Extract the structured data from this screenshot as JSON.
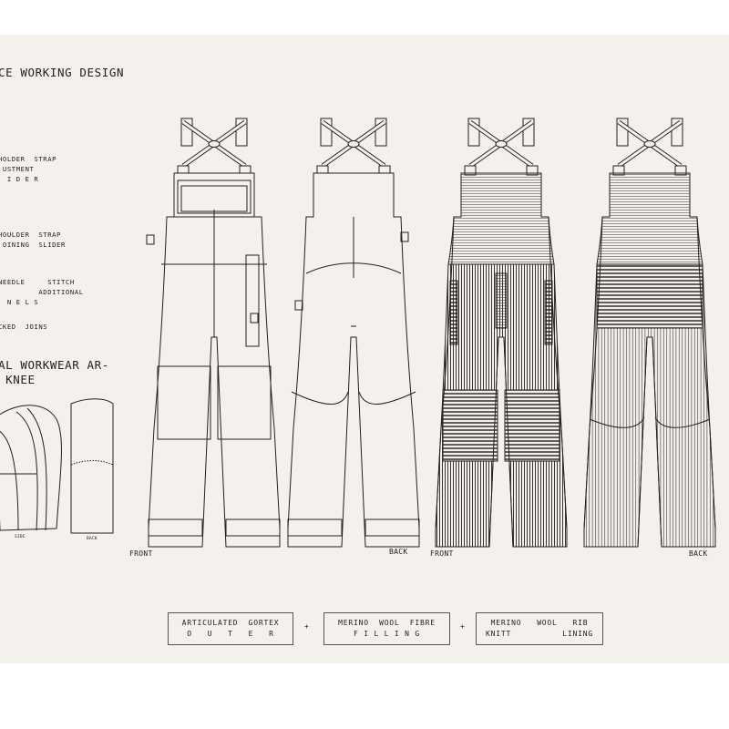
{
  "title": "CE WORKING DESIGN",
  "notes": [
    "HOLDER  STRAP\n USTMENT\n  I D E R",
    "HOULDER  STRAP\n OINING  SLIDER",
    "NEEDLE     STITCH\n         ADDITIONAL\n  N E L S",
    "CKED  JOINS"
  ],
  "subtitle": "AL WORKWEAR AR-\n KNEE",
  "detail_labels": {
    "side": "SIDE",
    "back": "BACK"
  },
  "views": [
    "FRONT",
    "BACK",
    "FRONT",
    "BACK"
  ],
  "materials": [
    "ARTICULATED  GORTEX\nO   U   T   E   R",
    "MERINO  WOOL  FIBRE\nF I L L I N G",
    "MERINO   WOOL   RIB\nKNITT          LINING"
  ],
  "plus": "+",
  "colors": {
    "paper": "#f4f0eb",
    "ink": "#222222"
  }
}
